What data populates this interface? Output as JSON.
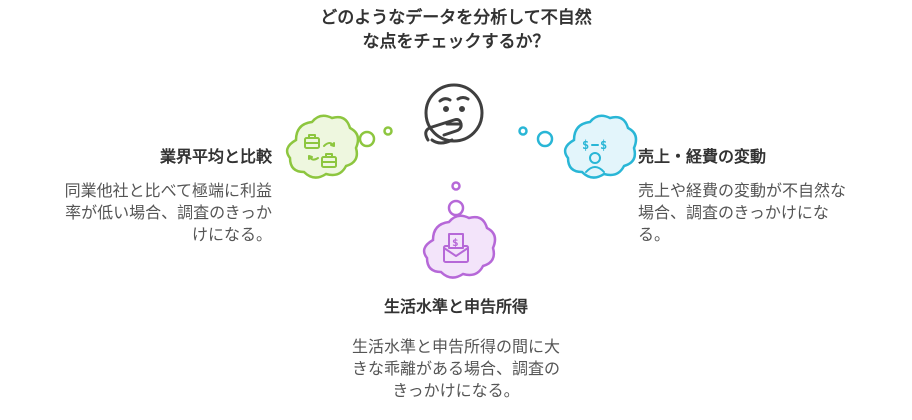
{
  "title": "どのようなデータを分析して不自然\nな点をチェックするか？",
  "colors": {
    "green": "#8dc63f",
    "green_fill": "#eef7df",
    "cyan": "#29b6d6",
    "cyan_fill": "#e3f5fb",
    "purple": "#b668d8",
    "purple_fill": "#f3e4fa",
    "ink": "#3f3f3f"
  },
  "branches": {
    "left": {
      "heading": "業界平均と比較",
      "description": "同業他社と比べて極端に利益\n率が低い場合、調査のきっか\nけになる。",
      "icon": "briefcase-exchange-icon"
    },
    "right": {
      "heading": "売上・経費の変動",
      "description": "売上や経費の変動が不自然な\n場合、調査のきっかけにな\nる。",
      "icon": "money-person-icon"
    },
    "bottom": {
      "heading": "生活水準と申告所得",
      "description": "生活水準と申告所得の間に大\nきな乖離がある場合、調査の\nきっかけになる。",
      "icon": "money-envelope-icon"
    }
  },
  "center_icon": "thinking-face-icon"
}
